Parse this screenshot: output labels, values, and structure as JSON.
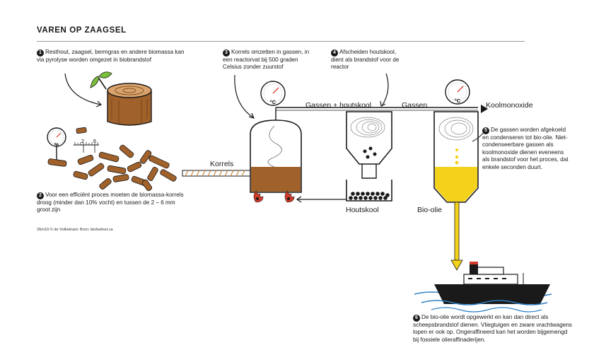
{
  "title": "VAREN OP ZAAGSEL",
  "steps": [
    {
      "num": "1",
      "text": "Resthout, zaagsel, bermgras en andere biomassa kan via pyrolyse worden omgezet in biobrandstof"
    },
    {
      "num": "2",
      "text": "Voor een efficiënt proces moeten de biomassa-korrels droog (minder dan 10% vocht) en tussen de 2 – 6 mm groot zijn"
    },
    {
      "num": "3",
      "text": "Korrels omzetten in gassen, in een reactorvat bij 500 graden Celsius zonder zuurstof"
    },
    {
      "num": "4",
      "text": "Afscheiden houtskool, dient als brandstof voor de reactor"
    },
    {
      "num": "5",
      "text": "De gassen worden afgekoeld en condenseren tot bio-olie. Niet-condenseerbare gassen als koolmonoxide dienen eveneens als brandstof voor het proces, dat enkele seconden duurt."
    },
    {
      "num": "6",
      "text": "De bio-olie wordt opgewerkt en kan dan direct als scheepsbrandstof dienen. Vliegtuigen en zware vrachtwagens lopen er ook op. Ongeraffineerd kan het worden bijgemengd bij fossiele olieraffinaderijen."
    }
  ],
  "labels": {
    "gassen_houtskool": "Gassen + houtskool",
    "gassen": "Gassen",
    "koolmonoxide": "Koolmonoxide",
    "korrels": "Korrels",
    "houtskool": "Houtskool",
    "bio_olie": "Bio-olie"
  },
  "gauge_units": {
    "moisture": "%",
    "temp": "°C"
  },
  "ruler_ticks": [
    "2",
    "6"
  ],
  "credit": "26m19 © de Volkskrant. Bron: biofuelnet.ca",
  "colors": {
    "wood": "#a0612b",
    "wood_dark": "#6b3a14",
    "leaf": "#7cbf3a",
    "oil": "#f4d21a",
    "flame": "#d23a2a",
    "water": "#2d7fc4",
    "ink": "#1a1a1a"
  }
}
